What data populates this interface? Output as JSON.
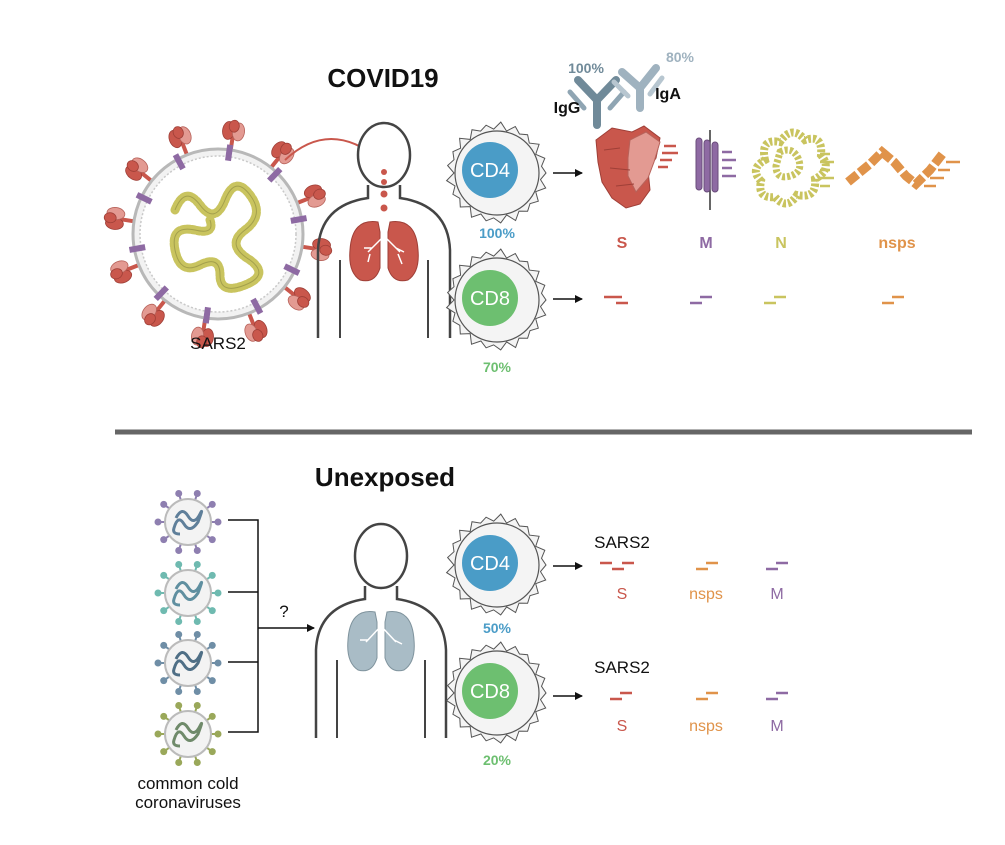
{
  "colors": {
    "spike": "#c9574c",
    "spike_light": "#e39a92",
    "membrane": "#8e6aa3",
    "nucleocapsid": "#c9c45f",
    "nsps": "#e0934a",
    "cd4": "#4a9cc7",
    "cd8": "#6dbf70",
    "igg": "#708a99",
    "iga": "#9fb2bf",
    "lung_red": "#c9574c",
    "lung_grey": "#a9bcc6"
  },
  "top": {
    "title": "COVID19",
    "virus_label": "SARS2",
    "antibodies": {
      "igg_label": "IgG",
      "igg_pct": "100%",
      "iga_label": "IgA",
      "iga_pct": "80%"
    },
    "cd4": {
      "label": "CD4",
      "pct": "100%"
    },
    "cd8": {
      "label": "CD8",
      "pct": "70%"
    },
    "proteins": [
      {
        "label": "S",
        "icon": "spike-protein-icon"
      },
      {
        "label": "M",
        "icon": "membrane-protein-icon"
      },
      {
        "label": "N",
        "icon": "nucleocapsid-icon"
      },
      {
        "label": "nsps",
        "icon": "nsps-icon"
      }
    ]
  },
  "bottom": {
    "title": "Unexposed",
    "virus_label": "common cold\ncoronaviruses",
    "virus_label_line1": "common cold",
    "virus_label_line2": "coronaviruses",
    "question": "?",
    "cd4": {
      "label": "CD4",
      "pct": "50%",
      "target": "SARS2",
      "proteins": [
        "S",
        "nsps",
        "M"
      ]
    },
    "cd8": {
      "label": "CD8",
      "pct": "20%",
      "target": "SARS2",
      "proteins": [
        "S",
        "nsps",
        "M"
      ]
    }
  }
}
